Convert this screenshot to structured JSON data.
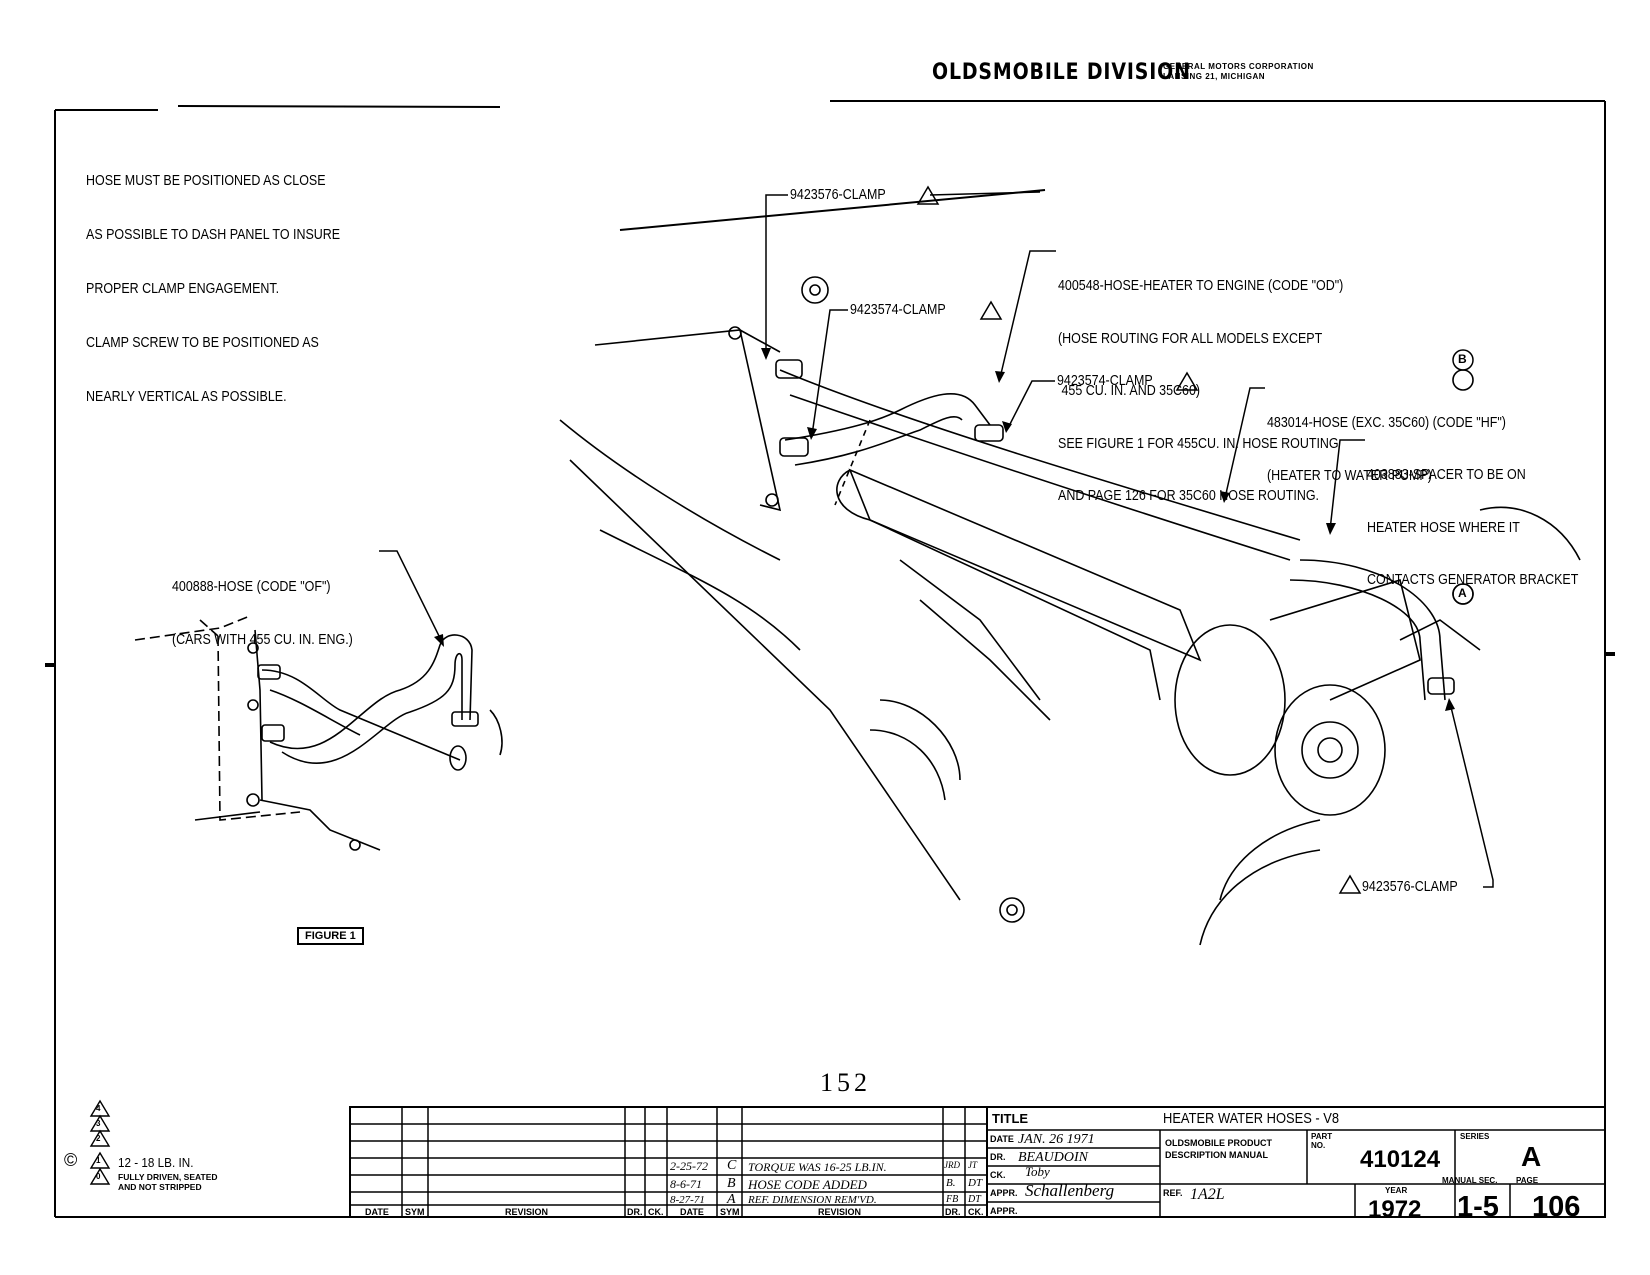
{
  "header": {
    "division": "OLDSMOBILE DIVISION",
    "corp_line1": "GENERAL MOTORS CORPORATION",
    "corp_line2": "LANSING 21, MICHIGAN"
  },
  "notes": {
    "line1": "HOSE MUST BE POSITIONED AS CLOSE",
    "line2": "AS POSSIBLE TO DASH PANEL TO INSURE",
    "line3": "PROPER CLAMP ENGAGEMENT.",
    "line4": "CLAMP SCREW TO BE POSITIONED AS",
    "line5": "NEARLY VERTICAL AS POSSIBLE."
  },
  "callouts": {
    "clamp_top": "9423576-CLAMP",
    "clamp_mid": "9423574-CLAMP",
    "clamp_right": "9423574-CLAMP",
    "clamp_bottom": "9423576-CLAMP",
    "hose_od_1": "400548-HOSE-HEATER TO ENGINE (CODE \"OD\")",
    "hose_od_2": "(HOSE ROUTING FOR ALL MODELS EXCEPT",
    "hose_od_3": " 455 CU. IN. AND 35C60)",
    "hose_od_4": "SEE FIGURE 1 FOR 455CU. IN. HOSE ROUTING",
    "hose_od_5": "AND PAGE 126 FOR 35C60 HOSE ROUTING.",
    "hose_hf_1": "483014-HOSE (EXC. 35C60) (CODE \"HF\")",
    "hose_hf_2": "(HEATER TO WATER PUMP)",
    "spacer_1": "403883-SPACER TO BE ON",
    "spacer_2": "HEATER HOSE WHERE IT",
    "spacer_3": "CONTACTS GENERATOR BRACKET",
    "hose_of_1": "400888-HOSE (CODE \"OF\")",
    "hose_of_2": "(CARS WITH 455 CU. IN. ENG.)",
    "view_b": "B",
    "view_a": "A"
  },
  "figure_label": "FIGURE 1",
  "page_number_center": "152",
  "legend": {
    "symbols": [
      "4",
      "3",
      "2",
      "1",
      "0"
    ],
    "copyright": "©",
    "torque": "12 - 18 LB. IN.",
    "note0_line1": "FULLY DRIVEN, SEATED",
    "note0_line2": "AND NOT STRIPPED"
  },
  "revision_block": {
    "headers": {
      "date": "DATE",
      "sym": "SYM",
      "revision": "REVISION",
      "dr": "DR.",
      "ck": "CK."
    },
    "entries": [
      {
        "date": "2-25-72",
        "sym": "C",
        "revision": "TORQUE WAS 16-25 LB.IN.",
        "dr": "JRD",
        "ck": "JT"
      },
      {
        "date": "8-6-71",
        "sym": "B",
        "revision": "HOSE CODE ADDED",
        "dr": "B.",
        "ck": "DT"
      },
      {
        "date": "8-27-71",
        "sym": "A",
        "revision": "REF. DIMENSION REM'VD.",
        "dr": "FB",
        "ck": "DT"
      }
    ]
  },
  "title_block": {
    "title_label": "TITLE",
    "title": "HEATER WATER HOSES - V8",
    "date_label": "DATE",
    "date": "JAN. 26 1971",
    "dr_label": "DR.",
    "dr": "BEAUDOIN",
    "ck_label": "CK.",
    "ck": "Toby",
    "appr_label": "APPR.",
    "appr": "Schallenberg",
    "appr2_label": "APPR.",
    "manual_line1": "OLDSMOBILE PRODUCT",
    "manual_line2": "DESCRIPTION MANUAL",
    "part_label": "PART NO.",
    "part_no": "410124",
    "series_label": "SERIES",
    "series": "A",
    "ref_label": "REF.",
    "ref": "1A2L",
    "year_label": "YEAR",
    "year": "1972",
    "manual_sec_label": "MANUAL SEC.",
    "manual_sec": "1-5",
    "page_label": "PAGE",
    "page": "106"
  }
}
